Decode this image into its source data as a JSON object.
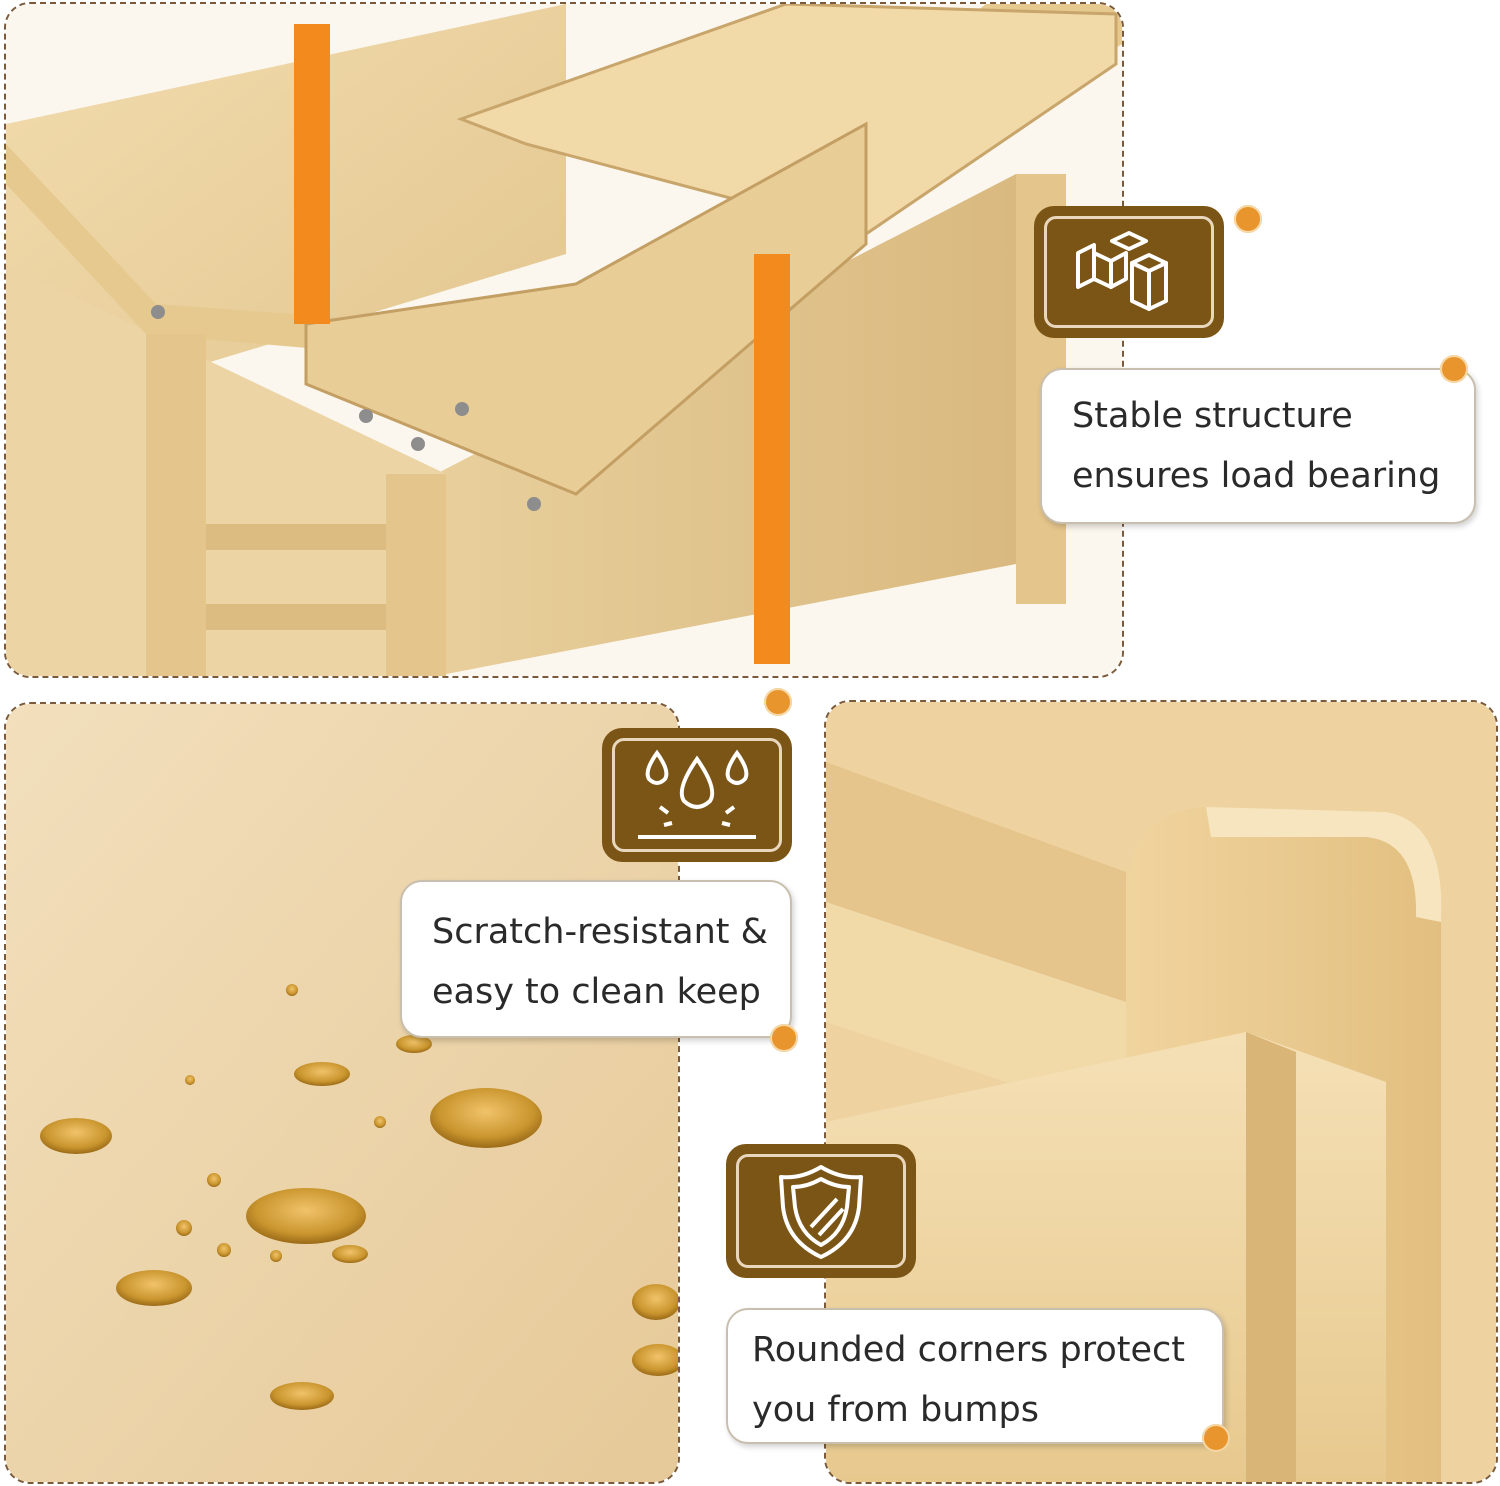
{
  "colors": {
    "badge_brown": "#7b5516",
    "accent_orange": "#e9952e",
    "wood_light": "#e9cf9a",
    "strap_orange": "#f28a1e"
  },
  "features": [
    {
      "icon": "boxes-icon",
      "lines": [
        "Stable structure",
        "ensures load bearing"
      ]
    },
    {
      "icon": "water-drops-icon",
      "lines": [
        "Scratch-resistant &",
        "easy to clean keep"
      ]
    },
    {
      "icon": "shield-icon",
      "lines": [
        "Rounded corners protect",
        "you from bumps"
      ]
    }
  ]
}
